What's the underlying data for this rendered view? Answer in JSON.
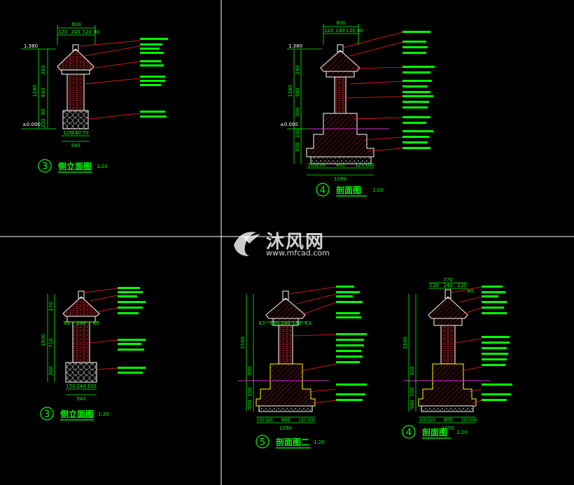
{
  "colors": {
    "background": "#000000",
    "divider": "#ffffff",
    "outline": "#ffffff",
    "dimension": "#00ff00",
    "leader": "#ff2020",
    "grade_line": "#cc33cc",
    "title": "#00ff00",
    "hatch": "#ff2020"
  },
  "watermark": {
    "text": "沐风网",
    "url": "www.mfcad.com",
    "logo_icon": "mfcad-logo-icon"
  },
  "panels": [
    {
      "id": "p1",
      "title_num": "3",
      "title_text": "侧立面图",
      "scale": "1:20",
      "top_dims": [
        "800",
        "120",
        "240",
        "120",
        "80"
      ],
      "bottom_dims": [
        "120",
        "240",
        "70"
      ],
      "bottom_total": "540",
      "left_dims": [
        "350",
        "640",
        "90",
        "200"
      ],
      "left_total": "1280",
      "elev_top": "1.380",
      "elev_base": "±0.000"
    },
    {
      "id": "p2",
      "title_num": "4",
      "title_text": "剖面图",
      "scale": "1:20",
      "top_dims": [
        "600",
        "120",
        "240",
        "120",
        "40"
      ],
      "bottom_dims": [
        "100",
        "120",
        "400",
        "120",
        "100"
      ],
      "bottom_total": "1090",
      "left_dims": [
        "240",
        "480",
        "300",
        "100",
        "500"
      ],
      "left_total": "1380",
      "elev_top": "1.380",
      "elev_base": "±0.000"
    },
    {
      "id": "p3",
      "title_num": "3",
      "title_text": "侧立面图",
      "scale": "1:20",
      "top_dims": [
        "60",
        "240",
        "63"
      ],
      "bottom_dims": [
        "150",
        "240",
        "150"
      ],
      "bottom_total": "540",
      "left_dims": [
        "270",
        "710",
        "300"
      ],
      "left_total": "1500",
      "elev_top": "",
      "elev_base": ""
    },
    {
      "id": "p4",
      "title_num": "5",
      "title_text": "剖面图二",
      "scale": "1:20",
      "top_dims": [
        "63",
        "150",
        "240",
        "150",
        "63"
      ],
      "bottom_dims": [
        "100",
        "120",
        "400",
        "120",
        "100"
      ],
      "bottom_total": "1090",
      "left_dims": [
        "1500",
        "300",
        "100",
        "500"
      ],
      "left_total": "",
      "elev_top": "",
      "elev_base": ""
    },
    {
      "id": "p5",
      "title_num": "4",
      "title_text": "剖面图",
      "scale": "1:20",
      "top_dims": [
        "770",
        "120",
        "240",
        "120",
        "60"
      ],
      "bottom_dims": [
        "100",
        "120",
        "400",
        "120",
        "100"
      ],
      "bottom_total": "1050",
      "left_dims": [
        "1500",
        "300",
        "100",
        "500"
      ],
      "left_total": "",
      "elev_top": "",
      "elev_base": ""
    }
  ]
}
